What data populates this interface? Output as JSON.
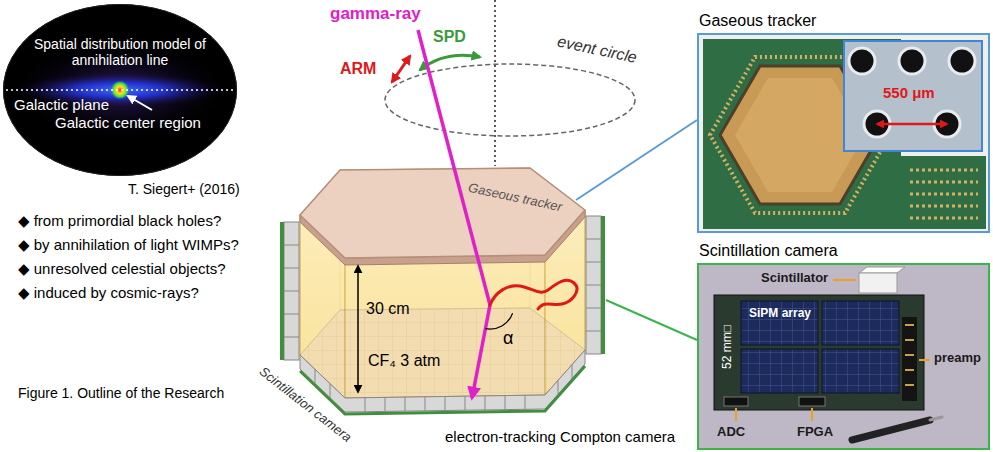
{
  "diagram": {
    "caption": "Figure 1. Outline of the Research",
    "nodes": [
      {
        "text": [
          "Spatial distribution model of annihilation line",
          "Galactic plane",
          "Galactic center region"
        ]
      },
      {
        "text": [
          "Gaseous tracker"
        ]
      },
      {
        "text": [
          "550 μm"
        ],
        "in": 1
      },
      {
        "text": [
          "Scintillation camera",
          "Scintillator",
          "SiPM array",
          "52 mm□",
          "preamp",
          "ADC",
          "FPGA"
        ]
      }
    ],
    "labels": [
      "T. Siegert+ (2016)",
      "◆ from primordial black holes?",
      "◆ by annihilation of light WIMPs?",
      "◆ unresolved celestial objects?",
      "◆ induced by cosmic-rays?",
      "gamma-ray",
      "SPD",
      "ARM",
      "event circle",
      "Gaseous tracker",
      "30 cm",
      "CF₄ 3 atm",
      "α",
      "Scintillation camera",
      "electron-tracking Compton camera"
    ]
  }
}
